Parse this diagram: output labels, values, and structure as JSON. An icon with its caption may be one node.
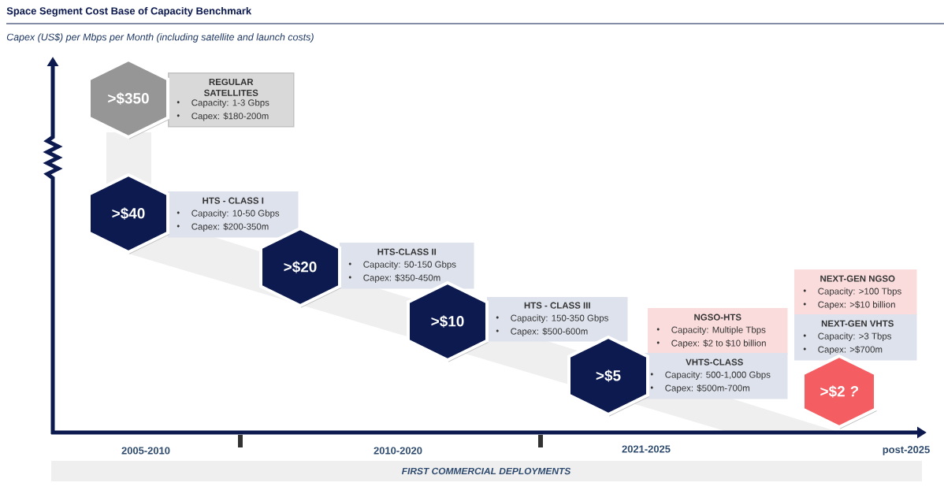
{
  "diagram": {
    "title": "Space Segment Cost Base of Capacity Benchmark",
    "nodes": [
      {
        "text": [
          ">$350"
        ]
      },
      {
        "text": [
          "REGULAR SATELLITES",
          "Capacity: 1-3 Gbps",
          "Capex: $180-200m"
        ]
      },
      {
        "text": [
          ">$40"
        ]
      },
      {
        "text": [
          "HTS - CLASS I",
          "Capacity: 10-50 Gbps",
          "Capex: $200-350m"
        ]
      },
      {
        "text": [
          ">$20"
        ]
      },
      {
        "text": [
          "HTS-CLASS II",
          "Capacity: 50-150 Gbps",
          "Capex: $350-450m"
        ]
      },
      {
        "text": [
          ">$10"
        ]
      },
      {
        "text": [
          "HTS - CLASS III",
          "Capacity: 150-350 Gbps",
          "Capex: $500-600m"
        ]
      },
      {
        "text": [
          ">$5"
        ]
      },
      {
        "text": [
          "NGSO-HTS",
          "Capacity: Multiple Tbps",
          "Capex: $2 to $10 billion"
        ]
      },
      {
        "text": [
          "VHTS-CLASS",
          "Capacity: 500-1,000 Gbps",
          "Capex: $500m-700m"
        ]
      },
      {
        "text": [
          "NEXT-GEN NGSO",
          "Capacity: >100 Tbps",
          "Capex: >$10 billion"
        ]
      },
      {
        "text": [
          "NEXT-GEN VHTS",
          "Capacity: >3 Tbps",
          "Capex: >$700m"
        ]
      },
      {
        "text": [
          ">$2 *?*"
        ]
      }
    ],
    "labels": [
      "Capex (US$) per Mbps per Month (including satellite and launch costs)",
      "2005-2010",
      "2010-2020",
      "2021-2025",
      "post-2025",
      "FIRST COMMERCIAL DEPLOYMENTS"
    ]
  }
}
